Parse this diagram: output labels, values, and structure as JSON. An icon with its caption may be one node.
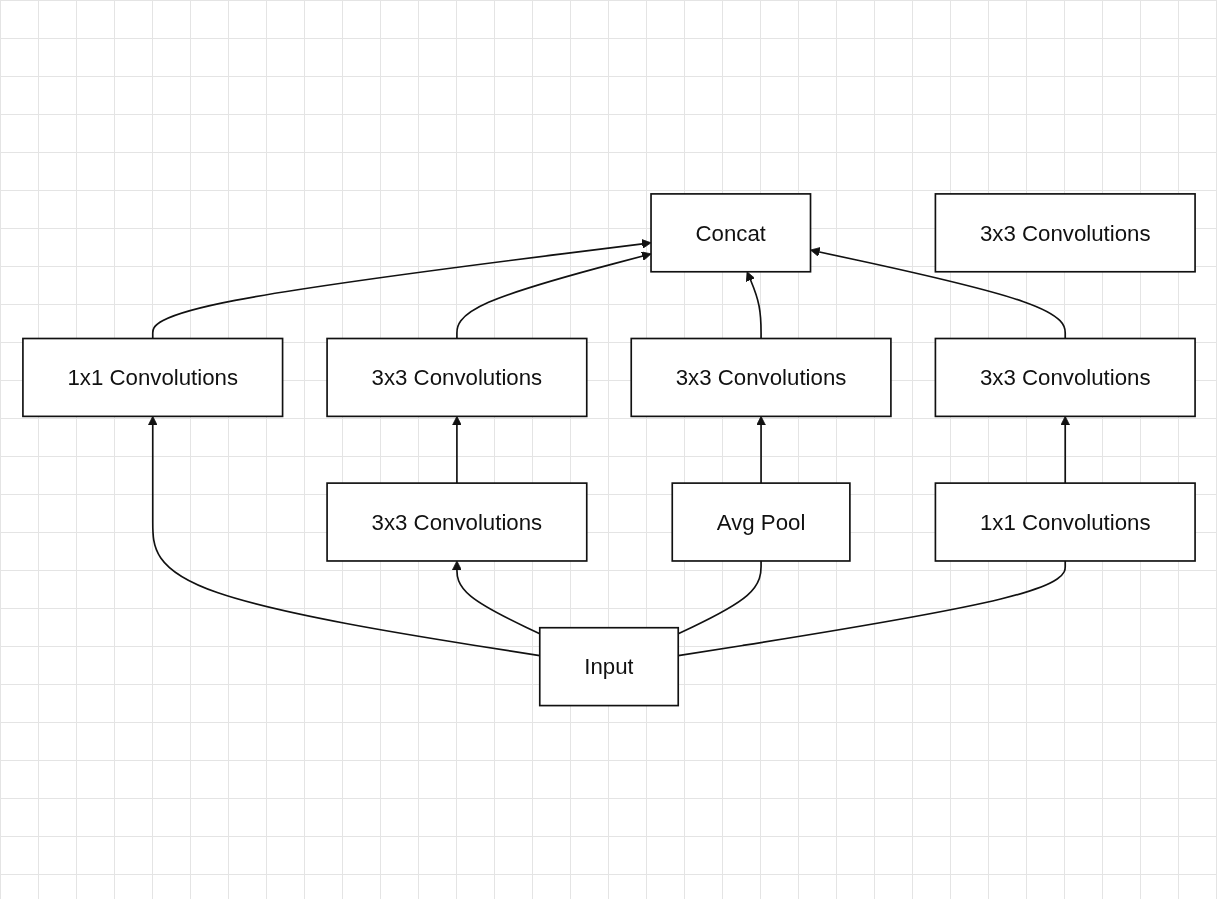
{
  "diagram": {
    "nodes": [
      {
        "text": [
          "Concat"
        ]
      },
      {
        "text": [
          "1x1 Convolutions"
        ]
      },
      {
        "text": [
          "3x3 Convolutions"
        ]
      },
      {
        "text": [
          "3x3 Convolutions"
        ]
      },
      {
        "text": [
          "3x3 Convolutions"
        ]
      },
      {
        "text": [
          "3x3 Convolutions"
        ]
      },
      {
        "text": [
          "Avg Pool"
        ]
      },
      {
        "text": [
          "3x3 Convolutions"
        ]
      },
      {
        "text": [
          "1x1 Convolutions"
        ]
      },
      {
        "text": [
          "Input"
        ]
      }
    ],
    "edges": [
      {
        "from": 1,
        "to": 0,
        "arrow": "to"
      },
      {
        "from": 2,
        "to": 0,
        "arrow": "to"
      },
      {
        "from": 3,
        "to": 0,
        "arrow": "to"
      },
      {
        "from": 7,
        "to": 0,
        "arrow": "to"
      },
      {
        "from": 5,
        "to": 2,
        "arrow": "to"
      },
      {
        "from": 6,
        "to": 3,
        "arrow": "to"
      },
      {
        "from": 8,
        "to": 7,
        "arrow": "to"
      },
      {
        "from": 9,
        "to": 1,
        "arrow": "to"
      },
      {
        "from": 9,
        "to": 5,
        "arrow": "to"
      },
      {
        "from": 9,
        "to": 6,
        "arrow": "none"
      },
      {
        "from": 9,
        "to": 8,
        "arrow": "none"
      }
    ]
  }
}
